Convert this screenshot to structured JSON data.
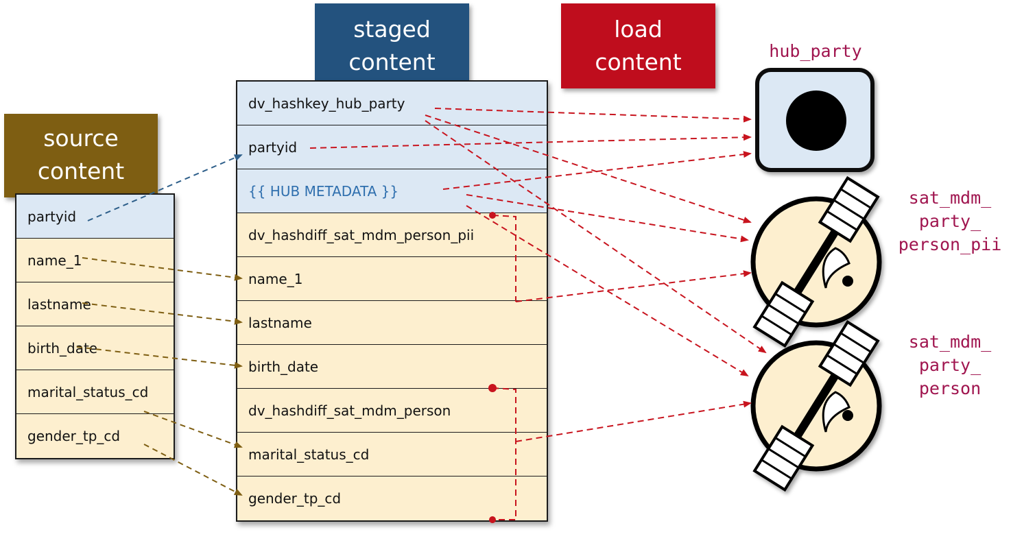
{
  "headers": {
    "source": [
      "source",
      "content"
    ],
    "staged": [
      "staged",
      "content"
    ],
    "load": [
      "load",
      "content"
    ]
  },
  "source_table": {
    "rows": [
      "partyid",
      "name_1",
      "lastname",
      "birth_date",
      "marital_status_cd",
      "gender_tp_cd"
    ]
  },
  "staged_table": {
    "rows": [
      "dv_hashkey_hub_party",
      "partyid",
      "{{ HUB METADATA }}",
      "dv_hashdiff_sat_mdm_person_pii",
      "name_1",
      "lastname",
      "birth_date",
      "dv_hashdiff_sat_mdm_person",
      "marital_status_cd",
      "gender_tp_cd"
    ]
  },
  "targets": {
    "hub": [
      "hub_party"
    ],
    "sat_pii": [
      "sat_mdm_",
      "party_",
      "person_pii"
    ],
    "sat_person": [
      "sat_mdm_",
      "party_",
      "person"
    ]
  },
  "colors": {
    "source_header": "#7e5e12",
    "staged_header": "#23527e",
    "load_header": "#bf0d1d",
    "row_key": "#dce8f4",
    "row_attr": "#fdefcf",
    "arrow_load": "#c8141e",
    "arrow_source": "#7e5e12",
    "arrow_key": "#2e5f8a",
    "target_label": "#a0154f"
  },
  "icons": [
    "hub-icon",
    "satellite-icon"
  ]
}
